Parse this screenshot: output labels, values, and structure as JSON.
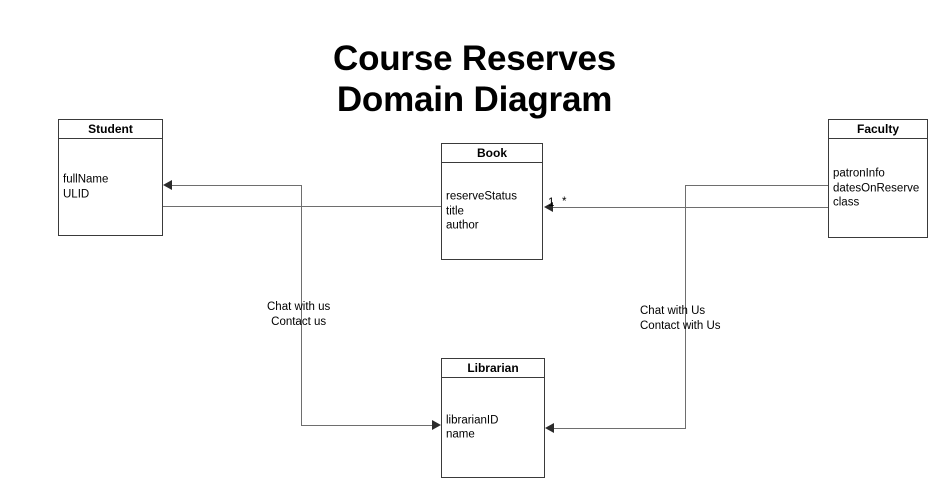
{
  "title": {
    "line1": "Course Reserves",
    "line2": "Domain Diagram"
  },
  "classes": {
    "student": {
      "name": "Student",
      "attributes": "fullName\nULID"
    },
    "book": {
      "name": "Book",
      "attributes": "reserveStatus\ntitle\nauthor"
    },
    "faculty": {
      "name": "Faculty",
      "attributes": "patronInfo\ndatesOnReserve\nclass"
    },
    "librarian": {
      "name": "Librarian",
      "attributes": "librarianID\nname"
    }
  },
  "edge_labels": {
    "student_librarian": "Chat with us\nContact us",
    "faculty_librarian": "Chat with Us\nContact with Us"
  },
  "multiplicities": {
    "one": "1",
    "many": "*"
  },
  "colors": {
    "box_border": "#3a3a3a",
    "connector": "#6e6e6e",
    "arrowhead": "#2b2b2b",
    "text": "#000000",
    "background": "#ffffff"
  }
}
